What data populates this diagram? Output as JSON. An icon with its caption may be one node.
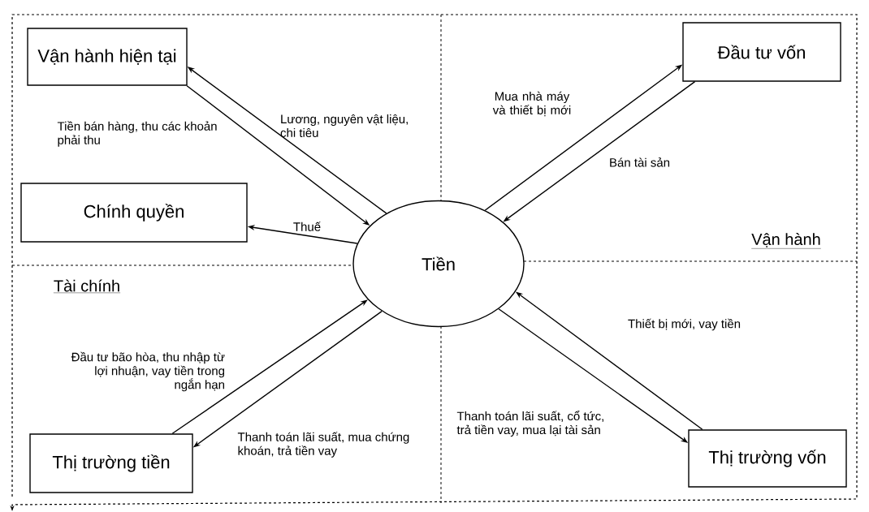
{
  "diagram": {
    "nodes": [
      {
        "text": [
          "Vận hành hiện tại"
        ]
      },
      {
        "text": [
          "Chính quyền"
        ]
      },
      {
        "text": [
          "Tiền"
        ]
      },
      {
        "text": [
          "Đầu tư vốn"
        ]
      },
      {
        "text": [
          "Thị trường tiền"
        ]
      },
      {
        "text": [
          "Thị trường vốn"
        ]
      }
    ],
    "edges": [
      {
        "from": 2,
        "to": 0,
        "arrow": "to",
        "label": "Lương, nguyên vật liệu, chi tiêu"
      },
      {
        "from": 0,
        "to": 2,
        "arrow": "to",
        "label": "Tiền bán hàng, thu các khoản phải thu"
      },
      {
        "from": 2,
        "to": 1,
        "arrow": "to",
        "label": "Thuế"
      },
      {
        "from": 2,
        "to": 3,
        "arrow": "to",
        "label": "Mua nhà máy và thiết bị mới"
      },
      {
        "from": 3,
        "to": 2,
        "arrow": "to",
        "label": "Bán tài sản"
      },
      {
        "from": 4,
        "to": 2,
        "arrow": "to",
        "label": "Đầu tư bão hòa, thu nhập từ lợi nhuận, vay tiền trong ngắn hạn"
      },
      {
        "from": 2,
        "to": 4,
        "arrow": "to",
        "label": "Thanh toán lãi suất, mua chứng khoán, trả tiền vay"
      },
      {
        "from": 5,
        "to": 2,
        "arrow": "to",
        "label": "Thiết bị mới, vay tiền"
      },
      {
        "from": 2,
        "to": 5,
        "arrow": "to",
        "label": "Thanh toán lãi suất, cổ tức, trả tiền vay, mua lại tài sản"
      }
    ],
    "labels": [
      "Vận hành",
      "Tài chính"
    ]
  }
}
